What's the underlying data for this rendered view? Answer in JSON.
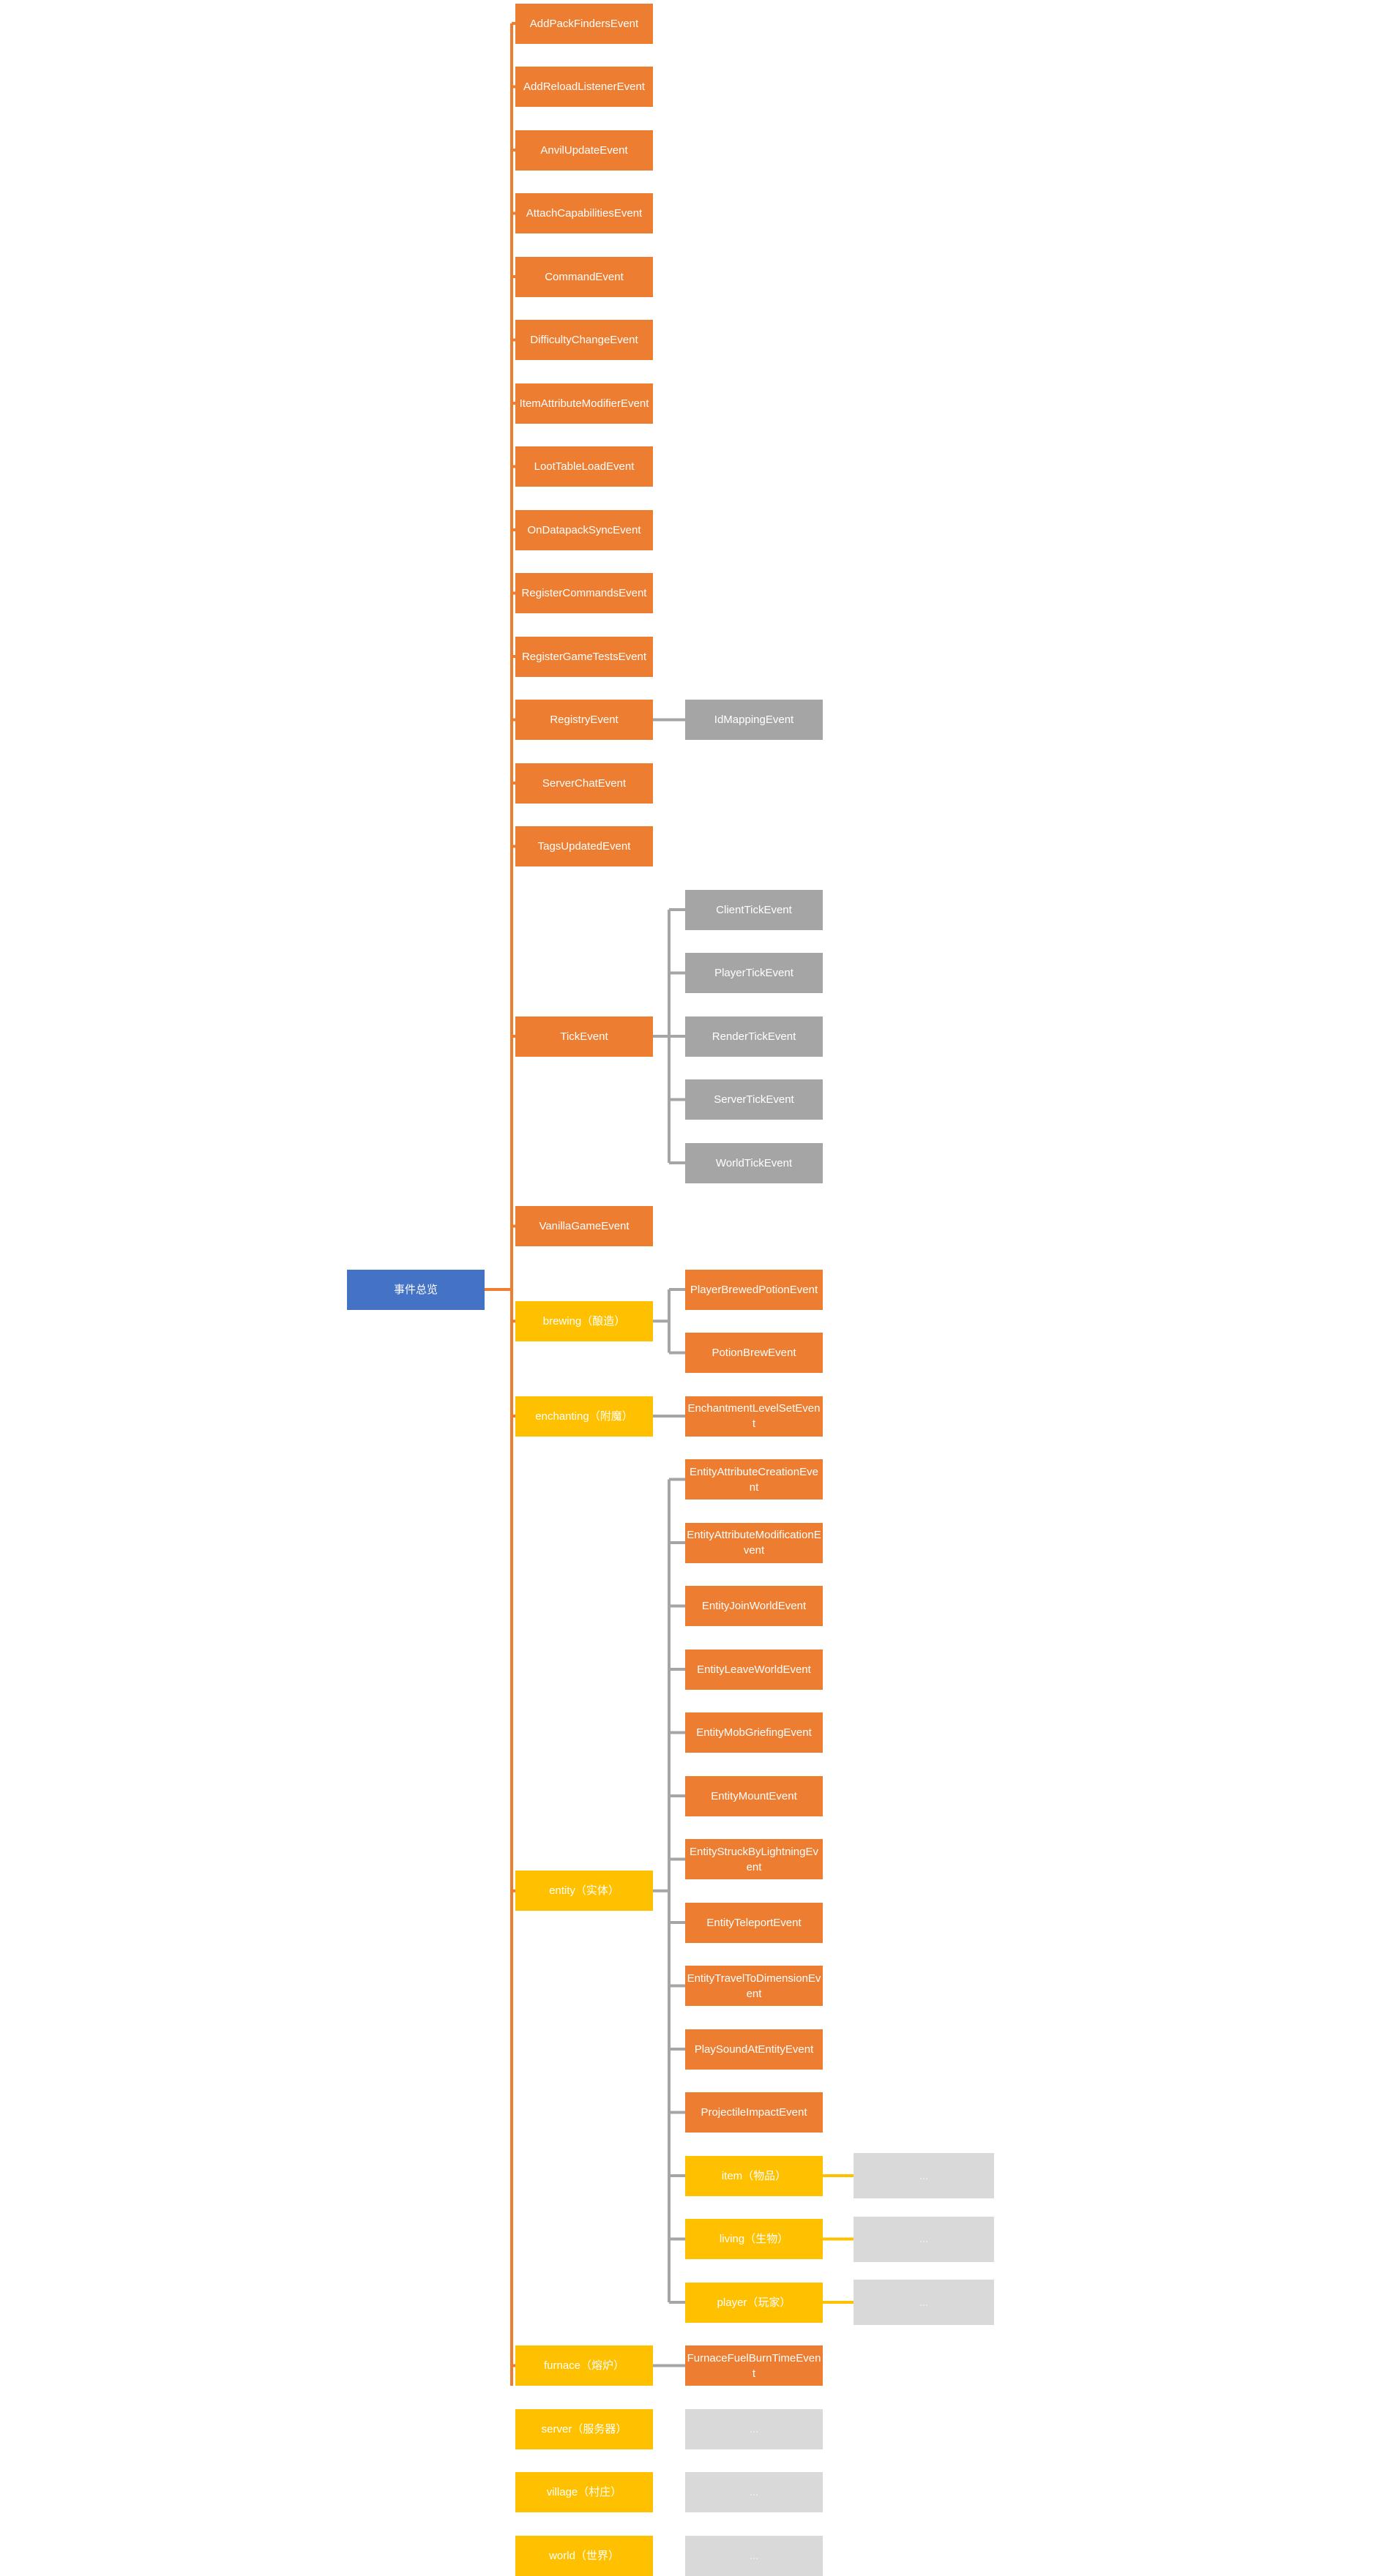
{
  "colors": {
    "root": "#4472c4",
    "event": "#ed7d31",
    "category": "#ffc000",
    "subclass": "#a5a5a5",
    "placeholder": "#d9d9d9",
    "connector_orange": "#ed7d31",
    "connector_gray": "#a5a5a5",
    "connector_yellow": "#ffc000"
  },
  "tree": {
    "label": "事件总览",
    "color": "root",
    "children": [
      {
        "label": "AddPackFindersEvent",
        "color": "event"
      },
      {
        "label": "AddReloadListenerEvent",
        "color": "event"
      },
      {
        "label": "AnvilUpdateEvent",
        "color": "event"
      },
      {
        "label": "AttachCapabilitiesEvent",
        "color": "event"
      },
      {
        "label": "CommandEvent",
        "color": "event"
      },
      {
        "label": "DifficultyChangeEvent",
        "color": "event"
      },
      {
        "label": "ItemAttributeModifierEvent",
        "color": "event"
      },
      {
        "label": "LootTableLoadEvent",
        "color": "event"
      },
      {
        "label": "OnDatapackSyncEvent",
        "color": "event"
      },
      {
        "label": "RegisterCommandsEvent",
        "color": "event"
      },
      {
        "label": "RegisterGameTestsEvent",
        "color": "event"
      },
      {
        "label": "RegistryEvent",
        "color": "event",
        "children": [
          {
            "label": "IdMappingEvent",
            "color": "subclass"
          }
        ]
      },
      {
        "label": "ServerChatEvent",
        "color": "event"
      },
      {
        "label": "TagsUpdatedEvent",
        "color": "event"
      },
      {
        "label": "TickEvent",
        "color": "event",
        "children": [
          {
            "label": "ClientTickEvent",
            "color": "subclass"
          },
          {
            "label": "PlayerTickEvent",
            "color": "subclass"
          },
          {
            "label": "RenderTickEvent",
            "color": "subclass"
          },
          {
            "label": "ServerTickEvent",
            "color": "subclass"
          },
          {
            "label": "WorldTickEvent",
            "color": "subclass"
          }
        ]
      },
      {
        "label": "VanillaGameEvent",
        "color": "event"
      },
      {
        "label": "brewing（酿造）",
        "color": "category",
        "children": [
          {
            "label": "PlayerBrewedPotionEvent",
            "color": "event"
          },
          {
            "label": "PotionBrewEvent",
            "color": "event"
          }
        ]
      },
      {
        "label": "enchanting（附魔）",
        "color": "category",
        "children": [
          {
            "label": "EnchantmentLevelSetEvent",
            "color": "event"
          }
        ]
      },
      {
        "label": "entity（实体）",
        "color": "category",
        "children": [
          {
            "label": "EntityAttributeCreationEvent",
            "color": "event"
          },
          {
            "label": "EntityAttributeModificationEvent",
            "color": "event"
          },
          {
            "label": "EntityJoinWorldEvent",
            "color": "event"
          },
          {
            "label": "EntityLeaveWorldEvent",
            "color": "event"
          },
          {
            "label": "EntityMobGriefingEvent",
            "color": "event"
          },
          {
            "label": "EntityMountEvent",
            "color": "event"
          },
          {
            "label": "EntityStruckByLightningEvent",
            "color": "event"
          },
          {
            "label": "EntityTeleportEvent",
            "color": "event"
          },
          {
            "label": "EntityTravelToDimensionEvent",
            "color": "event"
          },
          {
            "label": "PlaySoundAtEntityEvent",
            "color": "event"
          },
          {
            "label": "ProjectileImpactEvent",
            "color": "event"
          },
          {
            "label": "item（物品）",
            "color": "category",
            "children": [
              {
                "label": "...",
                "color": "placeholder"
              }
            ]
          },
          {
            "label": "living（生物）",
            "color": "category",
            "children": [
              {
                "label": "...",
                "color": "placeholder"
              }
            ]
          },
          {
            "label": "player（玩家）",
            "color": "category",
            "children": [
              {
                "label": "...",
                "color": "placeholder"
              }
            ]
          }
        ]
      },
      {
        "label": "furnace（熔炉）",
        "color": "category",
        "children": [
          {
            "label": "FurnaceFuelBurnTimeEvent",
            "color": "event"
          }
        ]
      },
      {
        "label": "server（服务器）",
        "color": "category",
        "children": [
          {
            "label": "...",
            "color": "placeholder"
          }
        ]
      },
      {
        "label": "village（村庄）",
        "color": "category",
        "children": [
          {
            "label": "...",
            "color": "placeholder"
          }
        ]
      },
      {
        "label": "world（世界）",
        "color": "category",
        "children": [
          {
            "label": "...",
            "color": "placeholder"
          }
        ]
      }
    ]
  }
}
